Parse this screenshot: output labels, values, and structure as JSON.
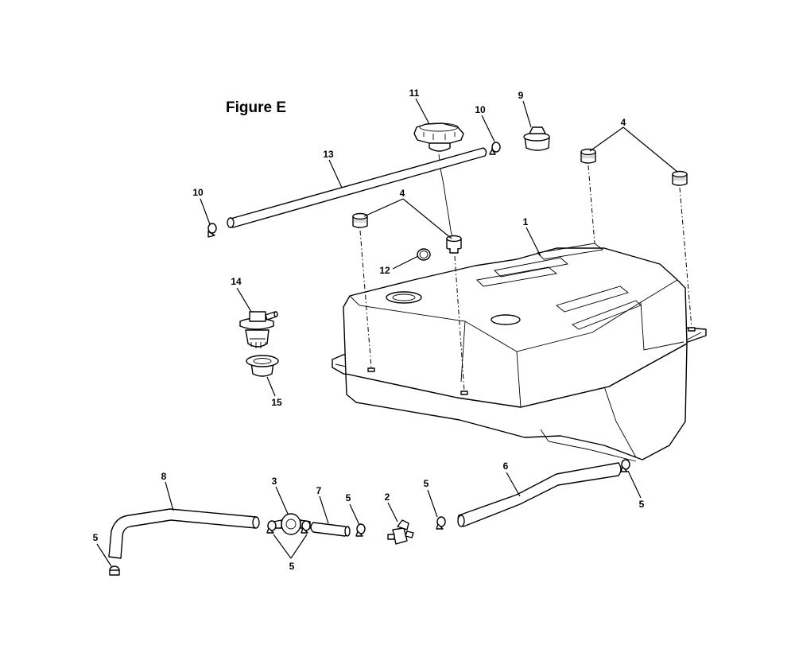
{
  "figure": {
    "title": "Figure E"
  },
  "callouts": [
    {
      "id": "c11",
      "text": "11"
    },
    {
      "id": "c10a",
      "text": "10"
    },
    {
      "id": "c9",
      "text": "9"
    },
    {
      "id": "c4a",
      "text": "4"
    },
    {
      "id": "c13",
      "text": "13"
    },
    {
      "id": "c10b",
      "text": "10"
    },
    {
      "id": "c4b",
      "text": "4"
    },
    {
      "id": "c1",
      "text": "1"
    },
    {
      "id": "c12",
      "text": "12"
    },
    {
      "id": "c14",
      "text": "14"
    },
    {
      "id": "c15",
      "text": "15"
    },
    {
      "id": "c6",
      "text": "6"
    },
    {
      "id": "c8",
      "text": "8"
    },
    {
      "id": "c3",
      "text": "3"
    },
    {
      "id": "c7",
      "text": "7"
    },
    {
      "id": "c5a",
      "text": "5"
    },
    {
      "id": "c2",
      "text": "2"
    },
    {
      "id": "c5b",
      "text": "5"
    },
    {
      "id": "c5c",
      "text": "5"
    },
    {
      "id": "c5d",
      "text": "5"
    },
    {
      "id": "c5e",
      "text": "5"
    }
  ]
}
